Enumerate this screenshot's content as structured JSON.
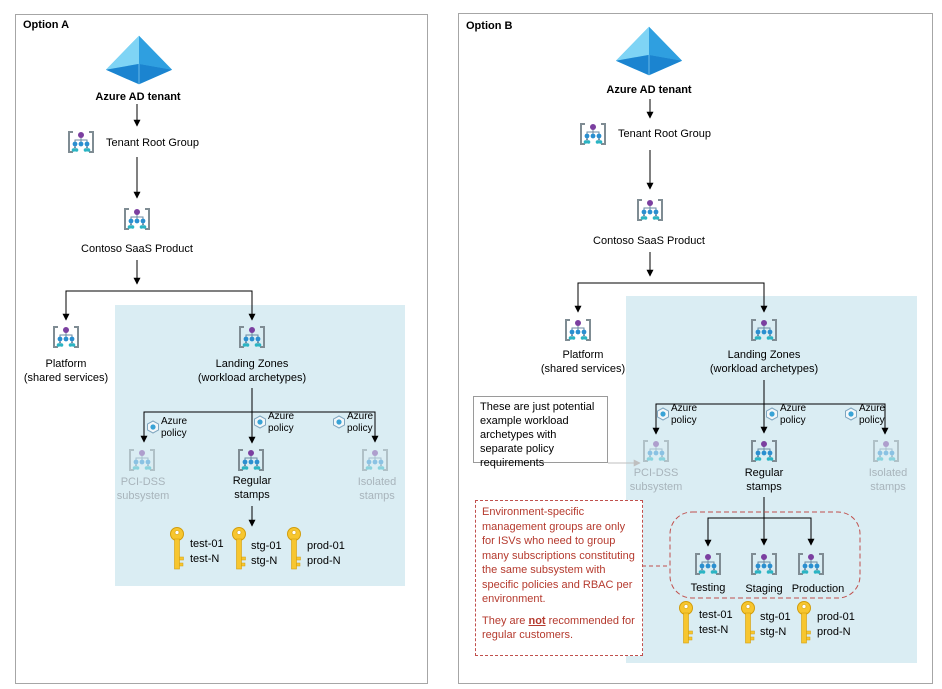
{
  "option_a": {
    "title": "Option A",
    "tenant": "Azure AD tenant",
    "root": "Tenant Root Group",
    "product": "Contoso SaaS Product",
    "platform_l1": "Platform",
    "platform_l2": "(shared services)",
    "lz_l1": "Landing Zones",
    "lz_l2": "(workload archetypes)",
    "policy_l1": "Azure",
    "policy_l2": "policy",
    "pci_l1": "PCI-DSS",
    "pci_l2": "subsystem",
    "regular_l1": "Regular",
    "regular_l2": "stamps",
    "isolated_l1": "Isolated",
    "isolated_l2": "stamps",
    "sub1_l1": "test-01",
    "sub1_l2": "test-N",
    "sub2_l1": "stg-01",
    "sub2_l2": "stg-N",
    "sub3_l1": "prod-01",
    "sub3_l2": "prod-N"
  },
  "option_b": {
    "title": "Option B",
    "tenant": "Azure AD tenant",
    "root": "Tenant Root Group",
    "product": "Contoso SaaS Product",
    "platform_l1": "Platform",
    "platform_l2": "(shared services)",
    "lz_l1": "Landing Zones",
    "lz_l2": "(workload archetypes)",
    "policy_l1": "Azure",
    "policy_l2": "policy",
    "pci_l1": "PCI-DSS",
    "pci_l2": "subsystem",
    "regular_l1": "Regular",
    "regular_l2": "stamps",
    "isolated_l1": "Isolated",
    "isolated_l2": "stamps",
    "testing": "Testing",
    "staging": "Staging",
    "production": "Production",
    "sub1_l1": "test-01",
    "sub1_l2": "test-N",
    "sub2_l1": "stg-01",
    "sub2_l2": "stg-N",
    "sub3_l1": "prod-01",
    "sub3_l2": "prod-N",
    "note_archetypes": "These are just potential example workload archetypes with separate policy requirements",
    "note_env_p1": "Environment-specific management groups are only for ISVs who need to group many subscriptions constituting the same subsystem with specific policies and RBAC per environment.",
    "note_env_p2_a": "They are ",
    "note_env_p2_b": "not",
    "note_env_p2_c": " recommended for regular customers."
  },
  "icons": {
    "tenant": "azure-ad-pyramid-icon",
    "management_group": "management-group-icon",
    "policy": "azure-policy-icon",
    "subscription": "subscription-key-icon"
  },
  "colors": {
    "zone": "#daedf3",
    "note_border": "#c0504d",
    "note_text": "#b53a2e",
    "faded_text": "#a8b4bb"
  }
}
